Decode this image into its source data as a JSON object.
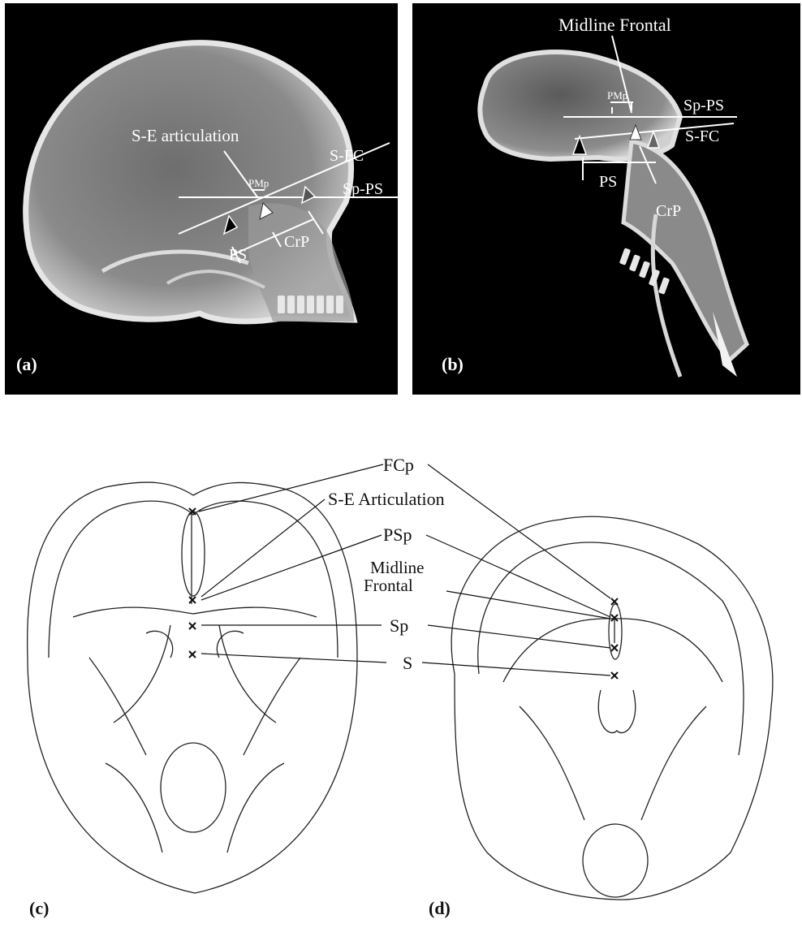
{
  "panel_a": {
    "label": "(a)",
    "annotations": {
      "se_articulation": "S-E articulation",
      "pmp": "PMp",
      "s_fc": "S-FC",
      "sp_ps": "Sp-PS",
      "ps": "PS",
      "crp": "CrP"
    }
  },
  "panel_b": {
    "label": "(b)",
    "annotations": {
      "midline_frontal": "Midline Frontal",
      "pmp": "PMp",
      "sp_ps": "Sp-PS",
      "s_fc": "S-FC",
      "ps": "PS",
      "crp": "CrP"
    }
  },
  "panel_c": {
    "label": "(c)"
  },
  "panel_d": {
    "label": "(d)"
  },
  "shared_labels": {
    "fcp": "FCp",
    "se_articulation": "S-E Articulation",
    "psp": "PSp",
    "midline_frontal_line1": "Midline",
    "midline_frontal_line2": "Frontal",
    "sp": "Sp",
    "s": "S"
  },
  "colors": {
    "xray_background": "#000000",
    "annotation_on_xray": "#ffffff",
    "line_drawing": "#111111"
  }
}
